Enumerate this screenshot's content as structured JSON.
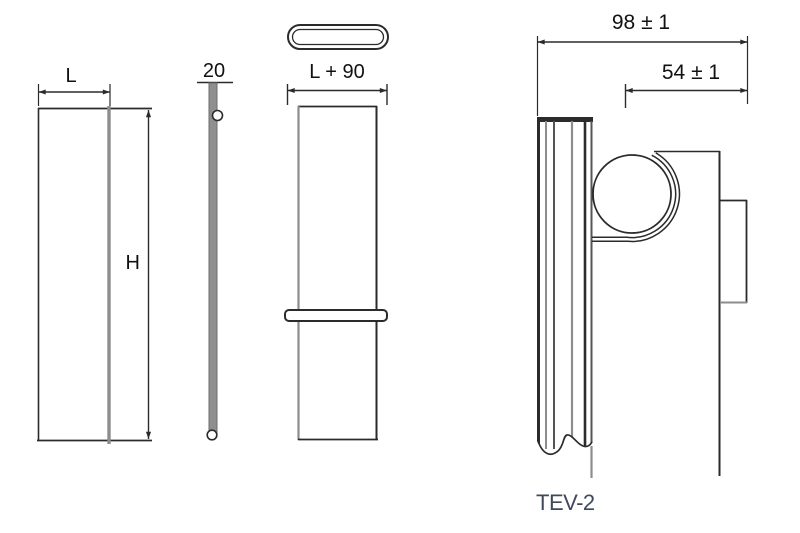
{
  "views": {
    "front": {
      "width": "L",
      "height": "H"
    },
    "side": {
      "thickness": "20"
    },
    "top": {
      "width": "L + 90"
    },
    "section": {
      "overall_depth": "98 ± 1",
      "valve_depth": "54 ± 1",
      "valve_model": "TEV-2"
    }
  },
  "colors": {
    "background": "#ffffff",
    "line": "#2b2b2b",
    "gray": "#8d8d8d",
    "label": "#111111",
    "valve_label": "#3e4a5c"
  }
}
